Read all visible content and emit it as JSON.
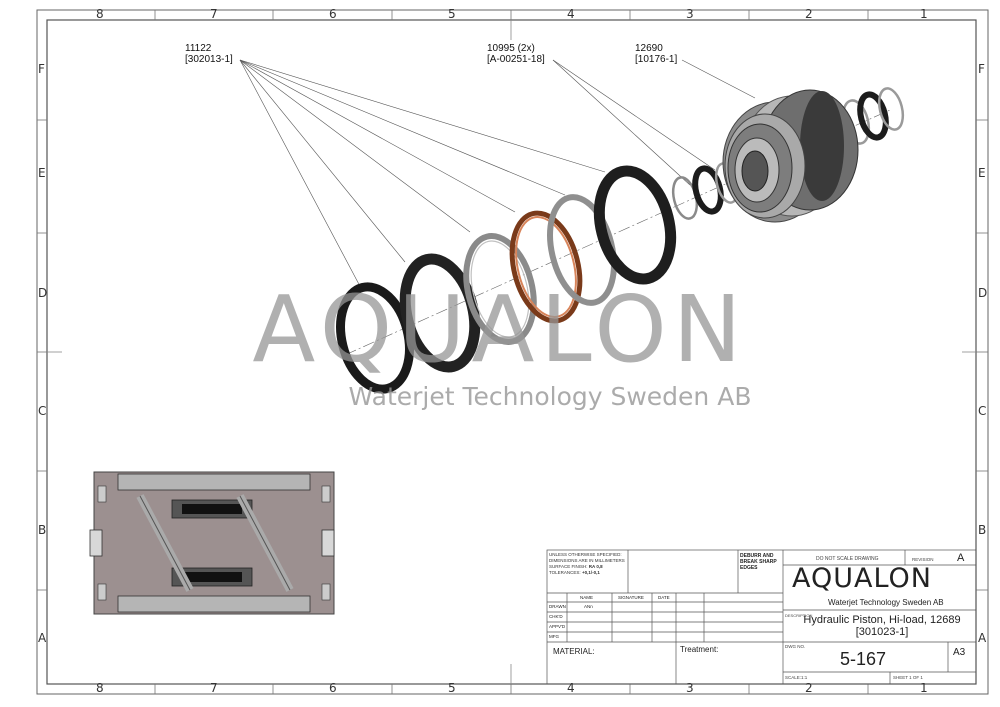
{
  "zones": {
    "columns": [
      "8",
      "7",
      "6",
      "5",
      "4",
      "3",
      "2",
      "1"
    ],
    "rows": [
      "F",
      "E",
      "D",
      "C",
      "B",
      "A"
    ]
  },
  "callouts": [
    {
      "part": "11122",
      "ref": "[302013-1]"
    },
    {
      "part": "10995 (2x)",
      "ref": "[A-00251-18]"
    },
    {
      "part": "12690",
      "ref": "[10176-1]"
    }
  ],
  "watermark": {
    "brand": "AQUALON",
    "subtitle": "Waterjet Technology Sweden AB"
  },
  "title_block": {
    "notes": {
      "line1": "UNLESS OTHERWISE SPECIFIED:",
      "line2": "DIMENSIONS ARE IN MILLIMETERS",
      "line3_label": "SURFACE FINISH:",
      "line3_value": "RA 0,8",
      "line4_label": "TOLERANCES:",
      "line4_value": "+0,1/-0,1"
    },
    "deburr": "DEBURR AND BREAK SHARP EDGES",
    "do_not_scale": "DO NOT SCALE DRAWING",
    "revision_label": "REVISION",
    "revision": "A",
    "headers": {
      "name": "NAME",
      "signature": "SIGNATURE",
      "date": "DATE"
    },
    "rows": [
      {
        "label": "DRAWN",
        "name": "ANn"
      },
      {
        "label": "CHK'D",
        "name": ""
      },
      {
        "label": "APPV'D",
        "name": ""
      },
      {
        "label": "MFG",
        "name": ""
      }
    ],
    "logo_brand": "AQUALON",
    "logo_sub": "Waterjet Technology Sweden AB",
    "description_label": "DESCRIPTION",
    "title_line1": "Hydraulic Piston, Hi-load, 12689",
    "title_line2": "[301023-1]",
    "material_label": "MATERIAL:",
    "treatment_label": "Treatment:",
    "dwg_label": "DWG NO.",
    "dwg_no": "5-167",
    "size": "A3",
    "scale_label": "SCALE:1:1",
    "sheet_label": "SHEET 1 OF 1"
  }
}
